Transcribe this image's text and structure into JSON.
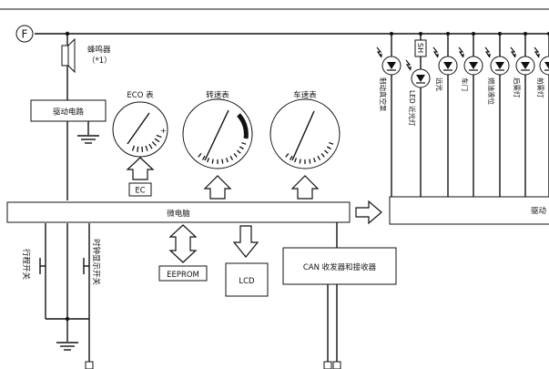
{
  "terminal": {
    "label": "F"
  },
  "buzzer": {
    "label": "蜂鸣器",
    "note": "（*1）"
  },
  "drive_circuit": {
    "label": "驱动电路"
  },
  "gauges": {
    "eco": {
      "label": "ECO 表",
      "plus": "+",
      "sub_box": "EC"
    },
    "tachometer": {
      "label": "转速表"
    },
    "speedometer": {
      "label": "车速表"
    }
  },
  "microcomputer": {
    "label": "微电脑"
  },
  "eeprom": {
    "label": "EEPROM"
  },
  "lcd": {
    "label": "LCD"
  },
  "can": {
    "label": "CAN 收发器和接收器"
  },
  "right_drive": {
    "label": "驱动"
  },
  "switches": {
    "trip": "行程开关",
    "clock": "时钟显示开关"
  },
  "leds": [
    {
      "label": "制动真空泵"
    },
    {
      "label": "LED 近光灯",
      "tag": "SH"
    },
    {
      "label": "远光"
    },
    {
      "label": "车门"
    },
    {
      "label": "燃油液位"
    },
    {
      "label": "后雾灯"
    },
    {
      "label": "前雾灯"
    }
  ]
}
